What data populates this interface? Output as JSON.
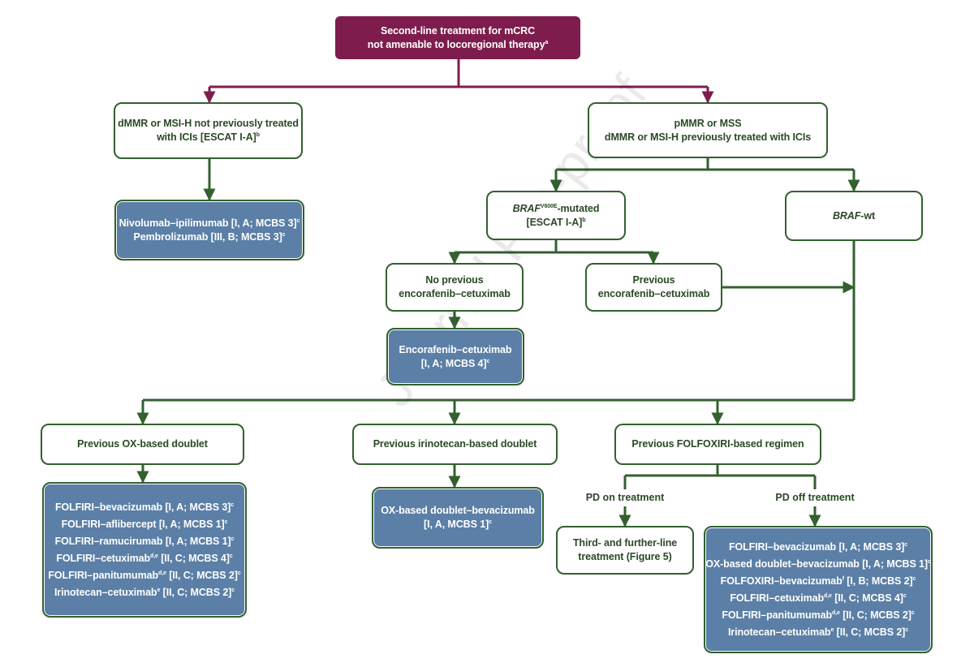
{
  "root": {
    "line1": "Second-line treatment for mCRC",
    "line2": "not amenable to locoregional therapy",
    "line2_sup": "a"
  },
  "dmmr": {
    "line1": "dMMR or MSI-H not previously treated",
    "line2": "with ICIs [ESCAT I-A]",
    "line2_sup": "b"
  },
  "immuno": {
    "line1": "Nivolumab–ipilimumab [I, A; MCBS 3]",
    "line1_sup": "c",
    "line2": "Pembrolizumab [III, B; MCBS 3]",
    "line2_sup": "c"
  },
  "pmmr": {
    "line1": "pMMR or MSS",
    "line2": "dMMR or MSI-H previously treated with ICIs"
  },
  "braf_mut": {
    "italic": "BRAF",
    "sup": "V600E",
    "rest": "-mutated",
    "line2": "[ESCAT I-A]",
    "line2_sup": "b"
  },
  "braf_wt": {
    "italic": "BRAF",
    "rest": "-wt"
  },
  "no_prev_enco": {
    "line1": "No previous",
    "line2": "encorafenib–cetuximab"
  },
  "prev_enco": {
    "line1": "Previous",
    "line2": "encorafenib–cetuximab"
  },
  "enco_cetux": {
    "line1": "Encorafenib–cetuximab",
    "line2": "[I, A; MCBS 4]",
    "line2_sup": "c"
  },
  "prev_ox": {
    "label": "Previous OX-based doublet"
  },
  "prev_iri": {
    "label": "Previous irinotecan-based doublet"
  },
  "prev_folfoxiri": {
    "label": "Previous FOLFOXIRI-based regimen"
  },
  "ox_list": [
    {
      "text": "FOLFIRI–bevacizumab [I, A; MCBS 3]",
      "sup": "c"
    },
    {
      "text": "FOLFIRI–aflibercept [I, A; MCBS 1]",
      "sup": "c"
    },
    {
      "text": "FOLFIRI–ramucirumab [I, A; MCBS 1]",
      "sup": "c"
    },
    {
      "text": "FOLFIRI–cetuximab",
      "mid_sup": "d,e",
      "text2": " [II, C; MCBS 4]",
      "sup": "c"
    },
    {
      "text": "FOLFIRI–panitumumab",
      "mid_sup": "d,e",
      "text2": " [II, C; MCBS 2]",
      "sup": "c"
    },
    {
      "text": "Irinotecan–cetuximab",
      "mid_sup": "e",
      "text2": " [II, C; MCBS 2]",
      "sup": "c"
    }
  ],
  "iri_result": {
    "line1": "OX-based doublet–bevacizumab",
    "line2": "[I, A, MCBS 1]",
    "line2_sup": "c"
  },
  "pd_on": {
    "label": "PD on treatment"
  },
  "pd_off": {
    "label": "PD off treatment"
  },
  "third_line": {
    "line1": "Third- and further-line",
    "line2": "treatment (Figure 5)"
  },
  "off_list": [
    {
      "text": "FOLFIRI–bevacizumab [I, A; MCBS 3]",
      "sup": "c"
    },
    {
      "text": "OX-based doublet–bevacizumab [I, A; MCBS 1]",
      "sup": "c"
    },
    {
      "text": "FOLFOXIRI–bevacizumab",
      "mid_sup": "f",
      "text2": " [I, B; MCBS 2]",
      "sup": "c"
    },
    {
      "text": "FOLFIRI–cetuximab",
      "mid_sup": "d,e",
      "text2": " [II, C; MCBS 4]",
      "sup": "c"
    },
    {
      "text": "FOLFIRI–panitumumab",
      "mid_sup": "d,e",
      "text2": " [II, C; MCBS 2]",
      "sup": "c"
    },
    {
      "text": "Irinotecan–cetuximab",
      "mid_sup": "e",
      "text2": " [II, C; MCBS 2]",
      "sup": "c"
    }
  ],
  "watermark": "Journal Pre-proof",
  "colors": {
    "root_fill": "#7e1d4d",
    "node_border": "#33602f",
    "node_text": "#2a4a25",
    "treatment_fill": "#5b7fa6",
    "connector": "#33602f",
    "root_connector": "#7e1d4d"
  }
}
